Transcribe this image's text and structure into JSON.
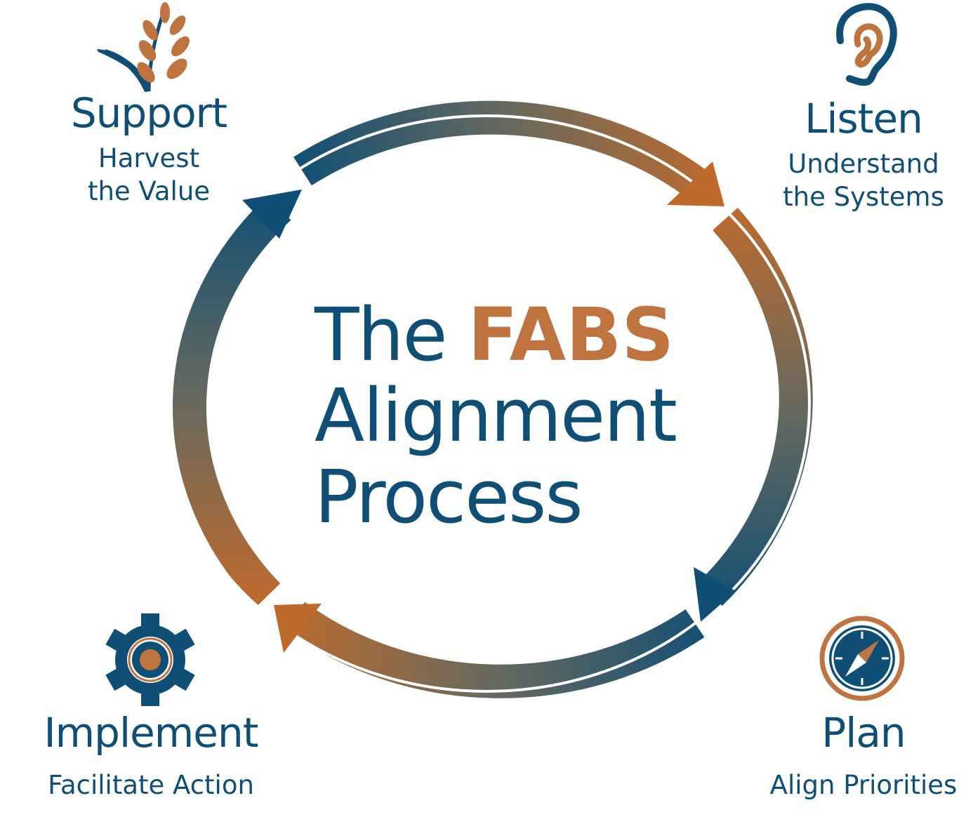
{
  "title": {
    "line1_prefix": "The",
    "line1_accent": "FABS",
    "line2": "Alignment",
    "line3": "Process"
  },
  "steps": {
    "support": {
      "heading": "Support",
      "sub1": "Harvest",
      "sub2": "the Value",
      "icon": "wheat-icon"
    },
    "listen": {
      "heading": "Listen",
      "sub1": "Understand",
      "sub2": "the Systems",
      "icon": "ear-icon"
    },
    "plan": {
      "heading": "Plan",
      "sub1": "Align Priorities",
      "icon": "compass-icon"
    },
    "implement": {
      "heading": "Implement",
      "sub1": "Facilitate Action",
      "icon": "gear-icon"
    }
  },
  "colors": {
    "blue": "#0f4f75",
    "copper": "#bf7440",
    "mid": "#66695f"
  }
}
